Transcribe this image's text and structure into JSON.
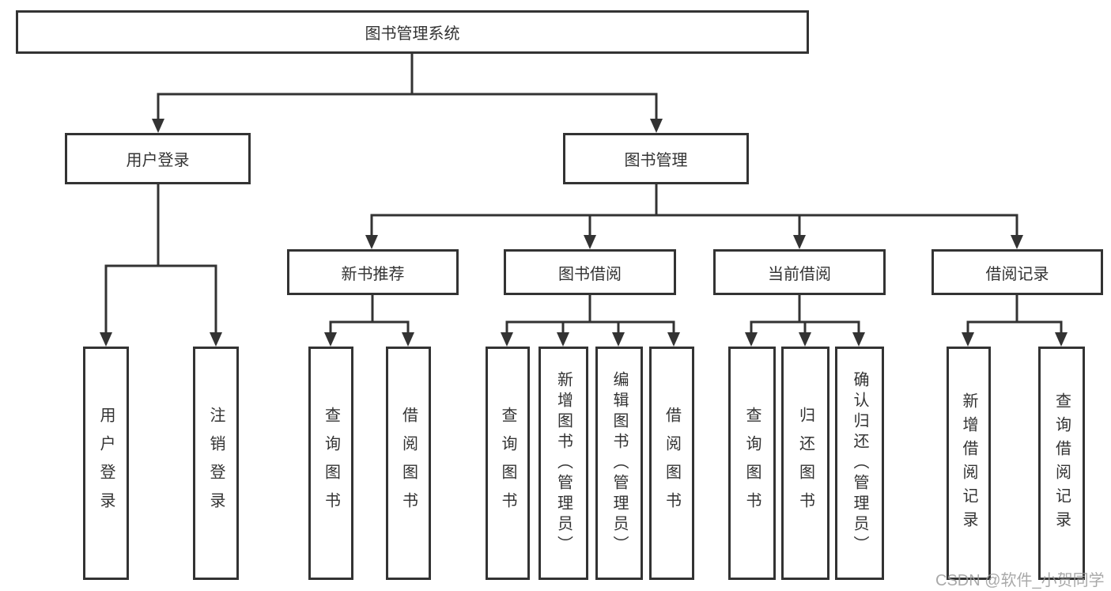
{
  "tree": {
    "label": "图书管理系统",
    "children": [
      {
        "label": "用户登录",
        "children": [
          {
            "label": "用户登录"
          },
          {
            "label": "注销登录"
          }
        ]
      },
      {
        "label": "图书管理",
        "children": [
          {
            "label": "新书推荐",
            "children": [
              {
                "label": "查询图书"
              },
              {
                "label": "借阅图书"
              }
            ]
          },
          {
            "label": "图书借阅",
            "children": [
              {
                "label": "查询图书"
              },
              {
                "label": "新增图书（管理员）"
              },
              {
                "label": "编辑图书（管理员）"
              },
              {
                "label": "借阅图书"
              }
            ]
          },
          {
            "label": "当前借阅",
            "children": [
              {
                "label": "查询图书"
              },
              {
                "label": "归还图书"
              },
              {
                "label": "确认归还（管理员）"
              }
            ]
          },
          {
            "label": "借阅记录",
            "children": [
              {
                "label": "新增借阅记录"
              },
              {
                "label": "查询借阅记录"
              }
            ]
          }
        ]
      }
    ]
  },
  "watermark": {
    "text": "CSDN @软件_小贺同学"
  },
  "colors": {
    "line": "#333333",
    "text": "#333333",
    "box_background": "#ffffff",
    "page_background": "#ffffff",
    "watermark": "#9b9b9b"
  }
}
